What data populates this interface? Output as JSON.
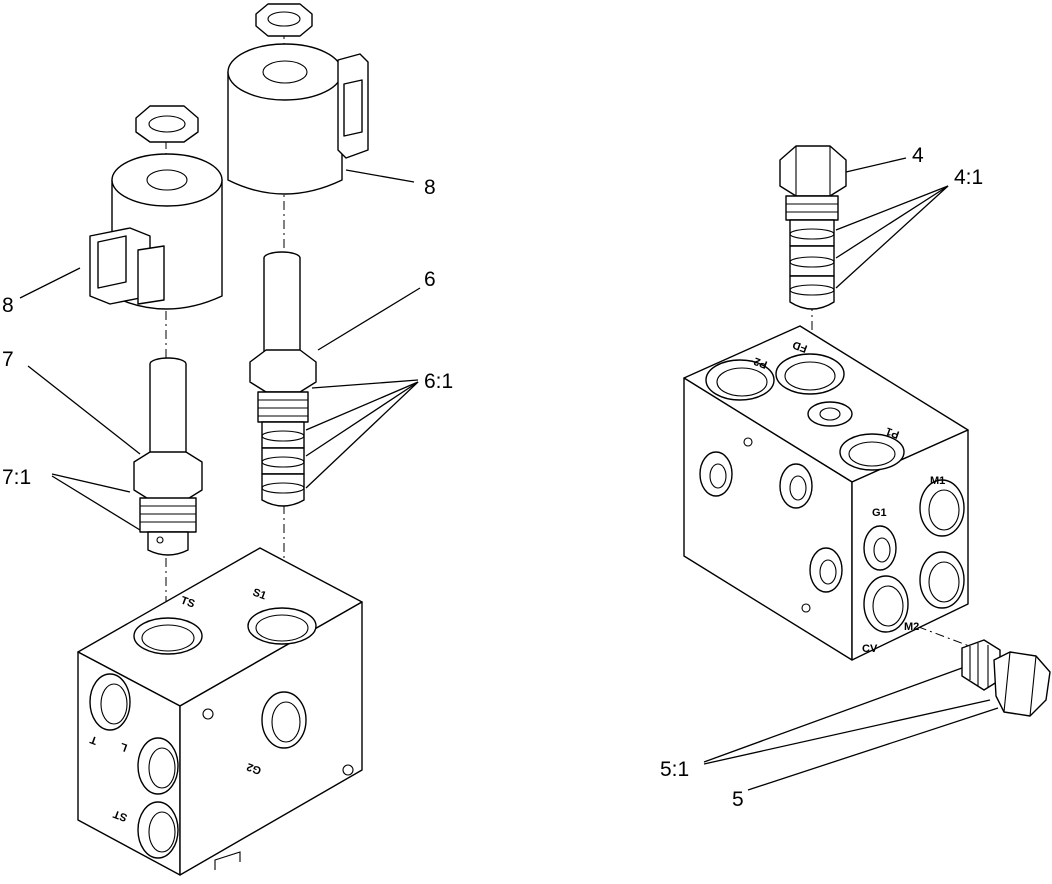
{
  "callouts": {
    "c8_left": "8",
    "c8_right": "8",
    "c7": "7",
    "c7_1": "7:1",
    "c6": "6",
    "c6_1": "6:1",
    "c4": "4",
    "c4_1": "4:1",
    "c5": "5",
    "c5_1": "5:1"
  },
  "ports": {
    "left": {
      "ts": "TS",
      "s1": "S1",
      "t": "T",
      "l": "L",
      "st": "ST",
      "g2": "G2"
    },
    "right": {
      "p2": "P2",
      "fd": "FD",
      "p1": "P1",
      "g1": "G1",
      "m1": "M1",
      "m2": "M2",
      "cv": "CV"
    }
  }
}
